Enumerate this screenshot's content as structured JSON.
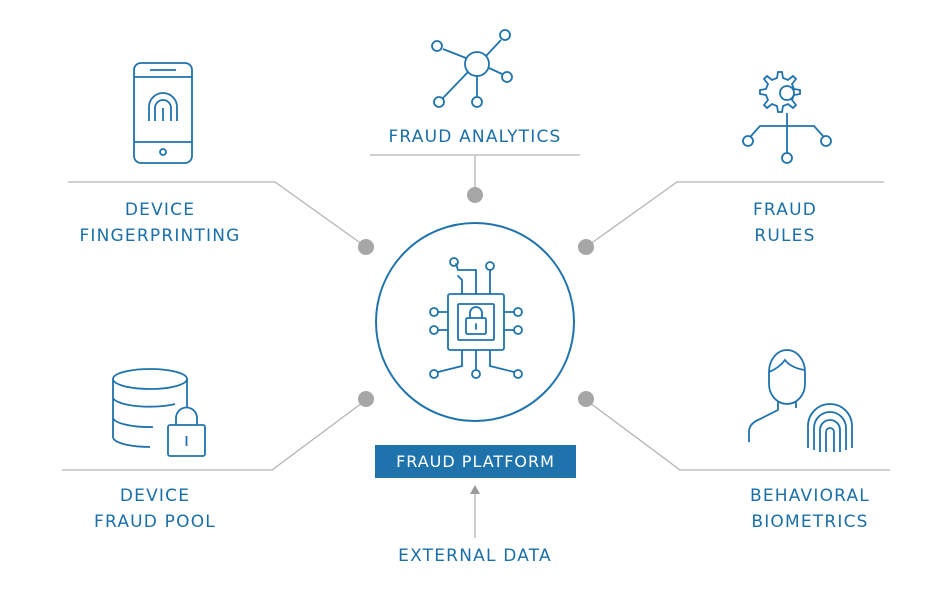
{
  "diagram": {
    "center": {
      "label": "FRAUD PLATFORM"
    },
    "nodes": {
      "fraud_analytics": {
        "label": "FRAUD ANALYTICS",
        "icon": "network-node-icon"
      },
      "device_fingerprinting": {
        "line1": "DEVICE",
        "line2": "FINGERPRINTING",
        "icon": "smartphone-fingerprint-icon"
      },
      "fraud_rules": {
        "line1": "FRAUD",
        "line2": "RULES",
        "icon": "gear-network-icon"
      },
      "device_fraud_pool": {
        "line1": "DEVICE",
        "line2": "FRAUD POOL",
        "icon": "database-lock-icon"
      },
      "behavioral_biometrics": {
        "line1": "BEHAVIORAL",
        "line2": "BIOMETRICS",
        "icon": "person-fingerprint-icon"
      },
      "external_data": {
        "label": "EXTERNAL DATA"
      }
    },
    "center_icon": "chip-lock-icon",
    "colors": {
      "accent": "#1f73ad",
      "line": "#b3b3b3",
      "dot": "#a6a6a6"
    }
  }
}
